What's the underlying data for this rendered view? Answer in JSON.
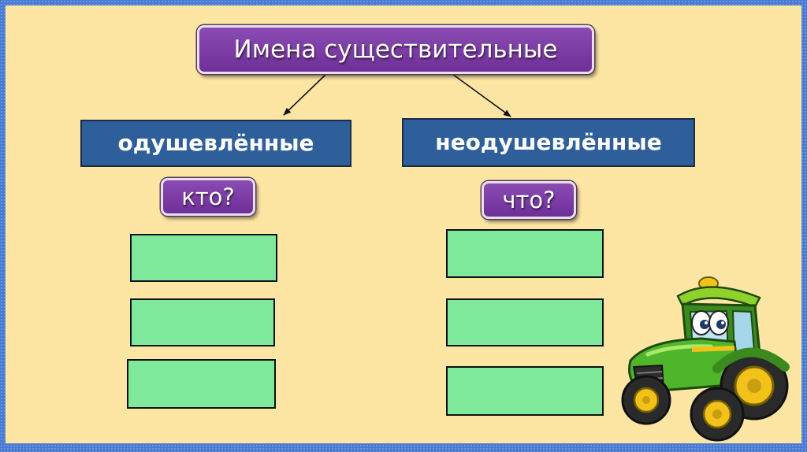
{
  "diagram": {
    "title": "Имена существительные",
    "categories": [
      {
        "label": "одушевлённые",
        "question": "кто?",
        "answer_slots": 3
      },
      {
        "label": "неодушевлённые",
        "question": "что?",
        "answer_slots": 3
      }
    ]
  },
  "colors": {
    "background": "#fde6a3",
    "frame": "#4a7bd0",
    "title_box": "#7a3aa6",
    "category_box": "#2f5f9b",
    "answer_slot": "#7ee89b"
  },
  "decoration": {
    "image": "tractor-cartoon"
  }
}
